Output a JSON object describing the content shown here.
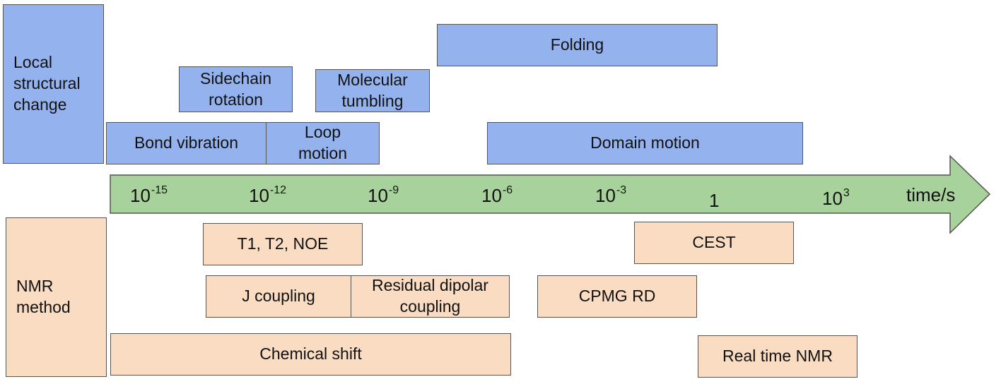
{
  "categories": {
    "motion": "Local\nstructural\nchange",
    "method": "NMR\nmethod"
  },
  "motions": {
    "folding": "Folding",
    "sidechain_rotation": "Sidechain\nrotation",
    "molecular_tumbling": "Molecular\ntumbling",
    "bond_vibration": "Bond vibration",
    "loop_motion": "Loop\nmotion",
    "domain_motion": "Domain motion"
  },
  "timescale_axis": {
    "label": "time/s",
    "ticks": [
      {
        "base": "10",
        "exp": "-15"
      },
      {
        "base": "10",
        "exp": "-12"
      },
      {
        "base": "10",
        "exp": "-9"
      },
      {
        "base": "10",
        "exp": "-6"
      },
      {
        "base": "10",
        "exp": "-3"
      },
      {
        "base": "1",
        "exp": ""
      },
      {
        "base": "10",
        "exp": "3"
      }
    ]
  },
  "methods": {
    "t1_t2_noe": "T1, T2, NOE",
    "cest": "CEST",
    "j_coupling": "J coupling",
    "rdc": "Residual dipolar\ncoupling",
    "cpmg_rd": "CPMG RD",
    "chemical_shift": "Chemical shift",
    "real_time_nmr": "Real time NMR"
  },
  "colors": {
    "motion_fill": "#94b3ee",
    "method_fill": "#f9dcc2",
    "arrow_fill": "#a8d29b",
    "border": "#555555"
  }
}
